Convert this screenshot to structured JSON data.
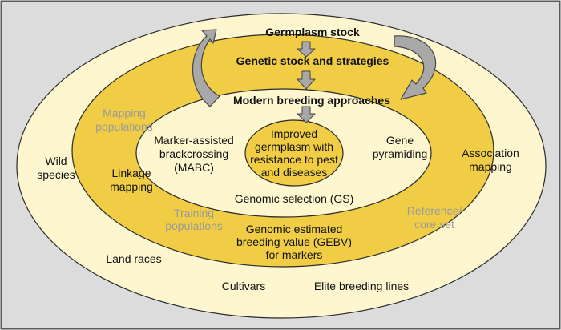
{
  "colors": {
    "frame_border": "#5a5a5a",
    "background": "#dcdcdc",
    "outer_ring": "#fdf6cf",
    "genetic_ring": "#f0cd45",
    "modern_ring": "#fdf6cf",
    "core": "#f0cd45",
    "ellipse_stroke": "#2a2a2a",
    "arrow_fill": "#a8a8a8",
    "arrow_stroke": "#444444",
    "text_dark": "#111111",
    "text_gray": "#9a9a9a"
  },
  "headings": {
    "germplasm_stock": "Germplasm stock",
    "genetic_stock": "Genetic stock and strategies",
    "modern_breeding": "Modern breeding approaches"
  },
  "core": {
    "line1": "Improved",
    "line2": "germplasm with",
    "line3": "resistance to pest",
    "line4": "and diseases"
  },
  "modern_ring": {
    "mabc": [
      "Marker-assisted",
      "brackcrossing",
      "(MABC)"
    ],
    "gene_pyramiding": [
      "Gene",
      "pyramiding"
    ],
    "genomic_selection": "Genomic selection (GS)"
  },
  "genetic_ring": {
    "mapping_populations": [
      "Mapping",
      "populations"
    ],
    "linkage_mapping": [
      "Linkage",
      "mapping"
    ],
    "association_mapping": [
      "Association",
      "mapping"
    ],
    "training_populations": [
      "Training",
      "populations"
    ],
    "reference_core_set": [
      "Reference/",
      "core set"
    ],
    "gebv": [
      "Genomic estimated",
      "breeding value (GEBV)",
      "for markers"
    ]
  },
  "outer_ring": {
    "wild_species": [
      "Wild",
      "species"
    ],
    "land_races": "Land races",
    "cultivars": "Cultivars",
    "elite_breeding_lines": "Elite breeding lines"
  },
  "icons": [
    "down-arrow-icon",
    "curved-arrow-icon"
  ]
}
